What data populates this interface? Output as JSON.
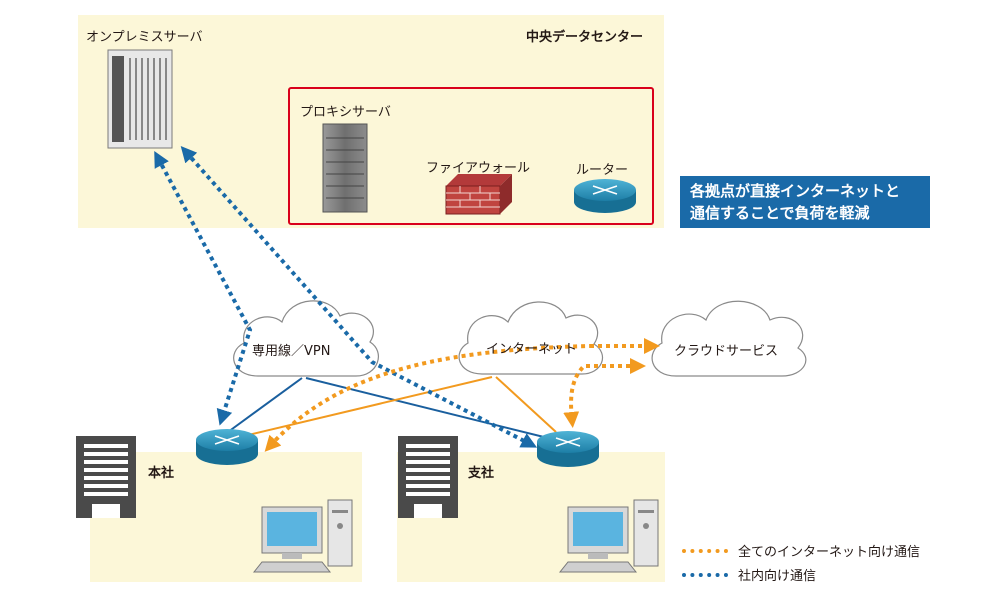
{
  "datacenter": {
    "title": "中央データセンター",
    "onprem_label": "オンプレミスサーバ",
    "proxy_label": "プロキシサーバ",
    "firewall_label": "ファイアウォール",
    "router_label": "ルーター"
  },
  "note": {
    "line1": "各拠点が直接インターネットと",
    "line2": "通信することで負荷を軽減"
  },
  "clouds": {
    "vpn": "専用線／VPN",
    "internet": "インターネット",
    "cloud_service": "クラウドサービス"
  },
  "sites": {
    "head_office": "本社",
    "branch": "支社"
  },
  "legend": {
    "internet_traffic": "全てのインターネット向け通信",
    "internal_traffic": "社内向け通信"
  },
  "colors": {
    "zone_fill": "#fcf7d8",
    "proxy_frame": "#d9001b",
    "note_fill": "#1a6aa8",
    "internal_line": "#1a6aa8",
    "internet_line": "#f29a1f",
    "router": "#1d8cb3"
  }
}
